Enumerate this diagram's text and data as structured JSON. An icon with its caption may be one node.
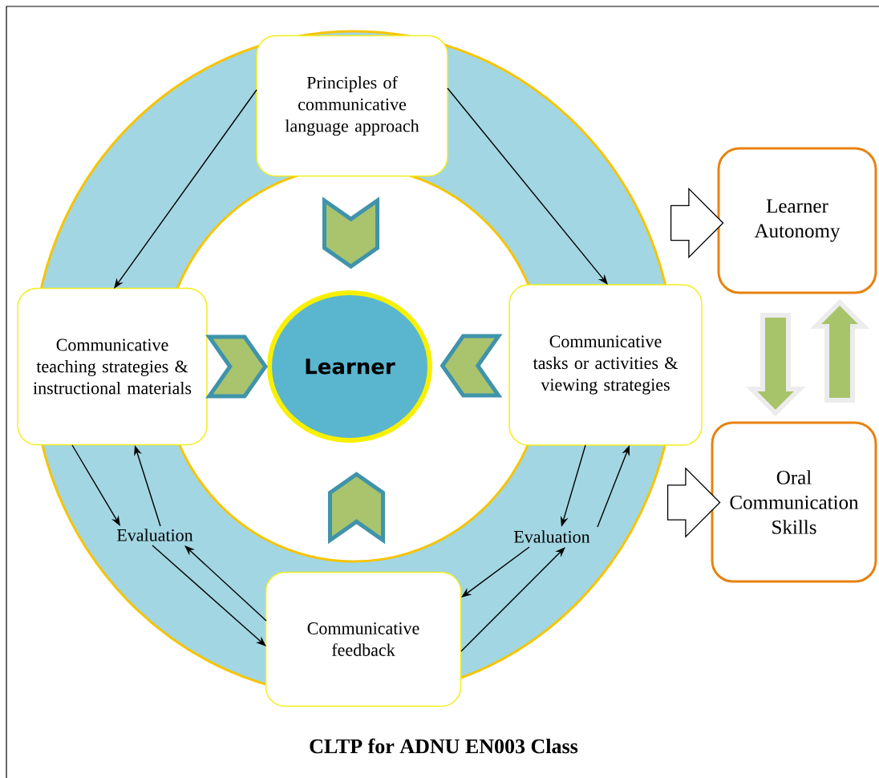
{
  "diagram": {
    "caption": "CLTP for ADNU EN003 Class",
    "nodes": [
      {
        "text": [
          "Principles of communicative language approach"
        ]
      },
      {
        "text": [
          "Communicative teaching strategies & instructional materials"
        ]
      },
      {
        "text": [
          "Learner"
        ]
      },
      {
        "text": [
          "Communicative tasks or activities & viewing strategies"
        ]
      },
      {
        "text": [
          "Evaluation"
        ]
      },
      {
        "text": [
          "Evaluation"
        ]
      },
      {
        "text": [
          "Communicative feedback"
        ]
      },
      {
        "text": [
          "Learner Autonomy"
        ]
      },
      {
        "text": [
          "Oral Communication Skills"
        ]
      }
    ],
    "edges": [
      {
        "from": 0,
        "to": 1,
        "arrow": "to"
      },
      {
        "from": 0,
        "to": 3,
        "arrow": "to"
      },
      {
        "from": 0,
        "to": 2,
        "arrow": "to",
        "style": "thick",
        "color": "#a9c46c"
      },
      {
        "from": 1,
        "to": 2,
        "arrow": "to",
        "style": "thick",
        "color": "#a9c46c"
      },
      {
        "from": 3,
        "to": 2,
        "arrow": "to",
        "style": "thick",
        "color": "#a9c46c"
      },
      {
        "from": 6,
        "to": 2,
        "arrow": "to",
        "style": "thick",
        "color": "#a9c46c"
      },
      {
        "from": 1,
        "to": 4,
        "arrow": "to"
      },
      {
        "from": 4,
        "to": 1,
        "arrow": "to"
      },
      {
        "from": 6,
        "to": 4,
        "arrow": "to"
      },
      {
        "from": 4,
        "to": 6,
        "arrow": "to"
      },
      {
        "from": 3,
        "to": 5,
        "arrow": "to"
      },
      {
        "from": 5,
        "to": 3,
        "arrow": "to"
      },
      {
        "from": 5,
        "to": 6,
        "arrow": "to"
      },
      {
        "from": 6,
        "to": 5,
        "arrow": "to"
      },
      {
        "from": null,
        "to": 7,
        "arrow": "to",
        "style": "thick"
      },
      {
        "from": null,
        "to": 8,
        "arrow": "to",
        "style": "thick"
      },
      {
        "from": 7,
        "to": 8,
        "arrow": "to",
        "style": "thick",
        "color": "#a8c46a"
      },
      {
        "from": 8,
        "to": 7,
        "arrow": "to",
        "style": "thick",
        "color": "#a8c46a"
      }
    ]
  }
}
